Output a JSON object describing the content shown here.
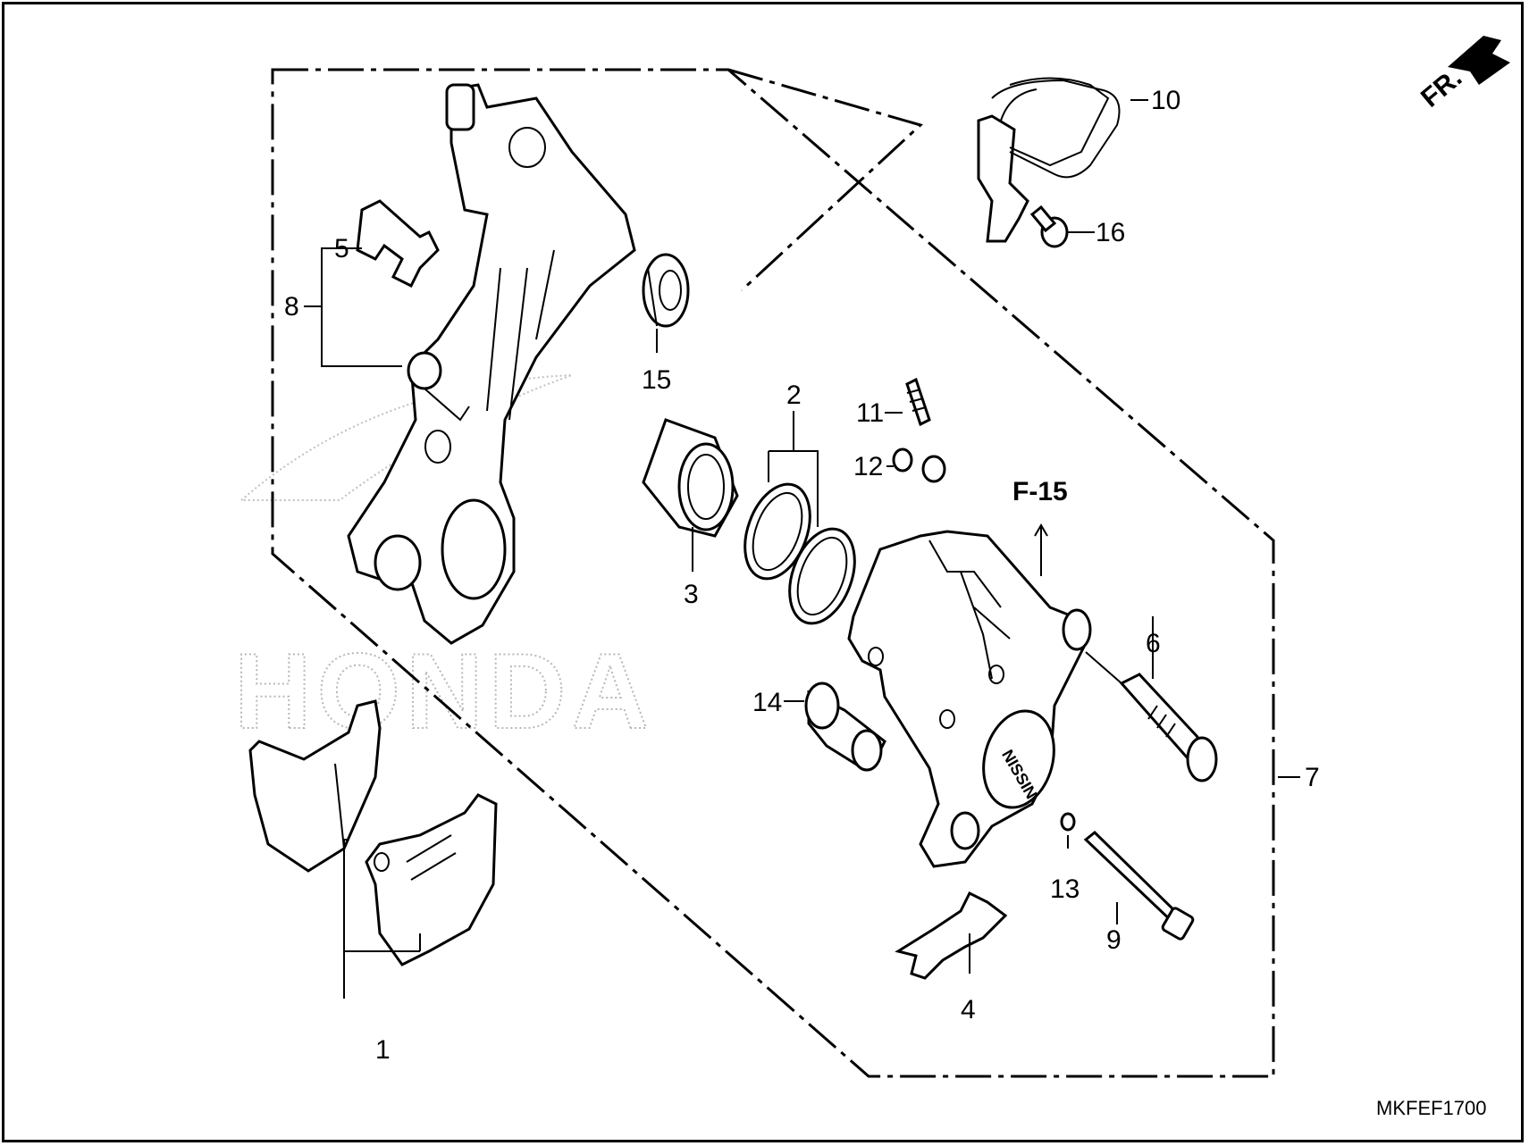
{
  "diagram": {
    "callouts": [
      "1",
      "2",
      "3",
      "4",
      "5",
      "6",
      "7",
      "8",
      "9",
      "10",
      "11",
      "12",
      "13",
      "14",
      "15",
      "16"
    ],
    "reference": "F-15",
    "direction_label": "FR.",
    "watermark": "HONDA",
    "caliper_text": "NISSIN",
    "drawing_code": "MKFEF1700"
  }
}
